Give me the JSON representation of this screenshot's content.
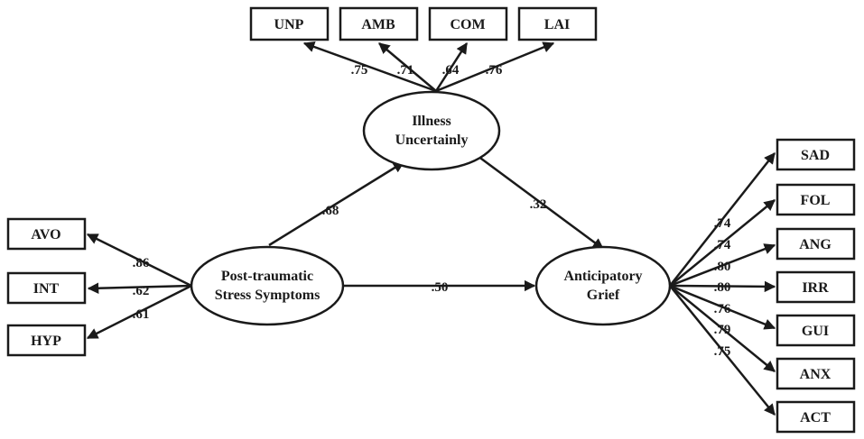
{
  "nodes": {
    "unp": "UNP",
    "amb": "AMB",
    "com": "COM",
    "lai": "LAI",
    "illness_line1": "Illness",
    "illness_line2": "Uncertainly",
    "ptss_line1": "Post-traumatic",
    "ptss_line2": "Stress Symptoms",
    "grief_line1": "Anticipatory",
    "grief_line2": "Grief",
    "avo": "AVO",
    "int": "INT",
    "hyp": "HYP",
    "sad": "SAD",
    "fol": "FOL",
    "ang": "ANG",
    "irr": "IRR",
    "gui": "GUI",
    "anx": "ANX",
    "act": "ACT"
  },
  "paths": {
    "ptss_to_illness": ".68",
    "illness_to_grief": ".32",
    "ptss_to_grief": ".50"
  },
  "loadings": {
    "unp": ".75",
    "amb": ".71",
    "com": ".64",
    "lai": ".76",
    "avo": ".86",
    "int": ".62",
    "hyp": ".61",
    "sad": ".74",
    "fol": ".74",
    "ang": ".80",
    "irr": ".80",
    "gui": ".76",
    "anx": ".79",
    "act": ".75"
  },
  "colors": {
    "stroke": "#1a1a1a",
    "background": "#ffffff"
  }
}
